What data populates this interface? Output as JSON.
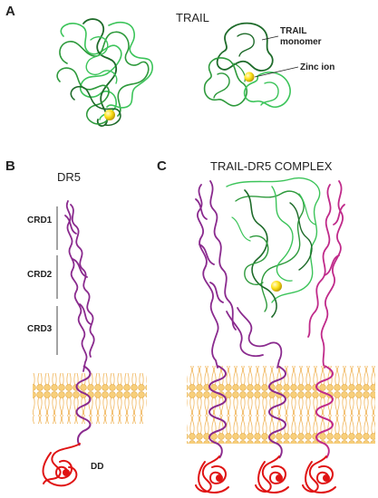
{
  "panels": {
    "a": {
      "letter": "A",
      "title": "TRAIL",
      "callout_monomer": "TRAIL monomer",
      "callout_zinc": "Zinc ion"
    },
    "b": {
      "letter": "B",
      "title": "DR5",
      "domains": [
        "CRD1",
        "CRD2",
        "CRD3"
      ],
      "death_domain": "DD"
    },
    "c": {
      "letter": "C",
      "title": "TRAIL-DR5 COMPLEX"
    }
  },
  "colors": {
    "trail_dark": "#1e6b2a",
    "trail_mid": "#2e9a3c",
    "trail_light": "#3cc45a",
    "dr5_purple": "#8a2a8e",
    "dr5_pink": "#c02a8a",
    "death_domain": "#e01414",
    "membrane": "#f5c46a",
    "zinc": "#ffe21a"
  },
  "icons": {
    "zinc": "zinc-ion-sphere",
    "membrane": "lipid-bilayer"
  }
}
